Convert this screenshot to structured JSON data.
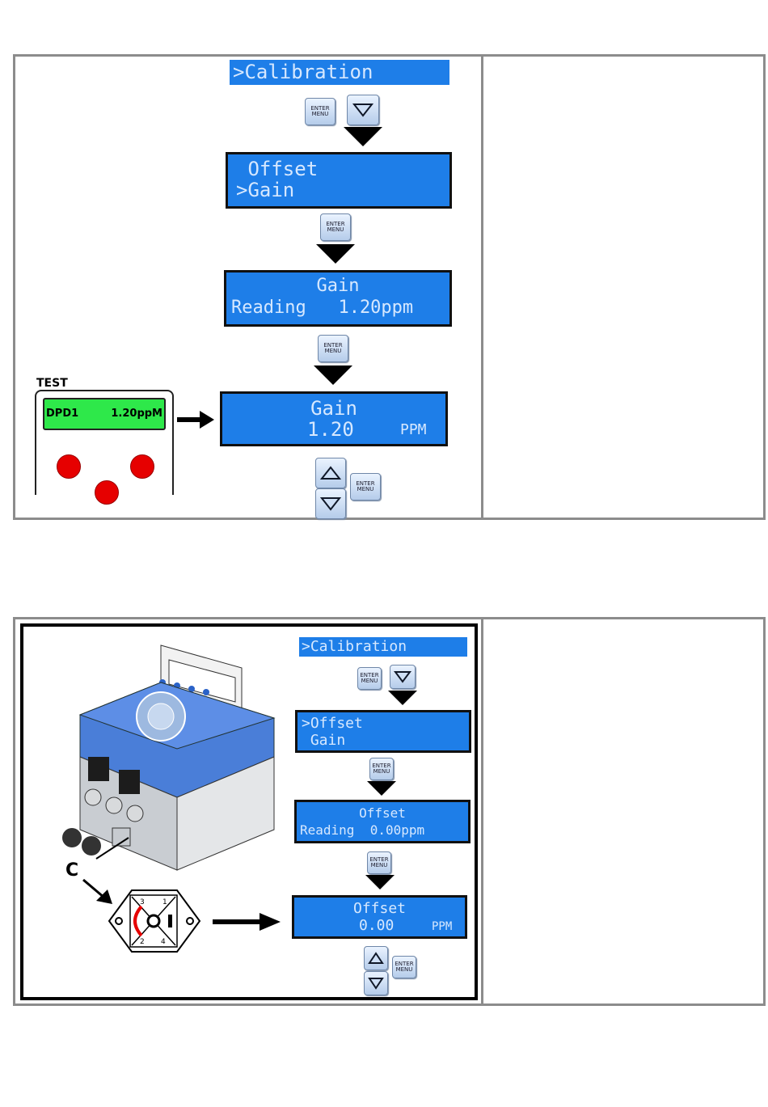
{
  "panel1": {
    "header": ">Calibration",
    "screen1": {
      "line1": " Offset",
      "line2": ">Gain"
    },
    "screen2": {
      "line1": "Gain",
      "line2": "Reading   1.20ppm"
    },
    "screen3": {
      "line1": "Gain",
      "line2": "1.20",
      "unit": "PPM"
    },
    "test_label": "TEST",
    "meter": {
      "name": "DPD1",
      "value": "1.20ppM"
    },
    "colors": {
      "lcd": "#1e7ee8",
      "meter_green": "#2ee84a",
      "dot_red": "#e60000"
    }
  },
  "panel2": {
    "header": ">Calibration",
    "screen1": {
      "line1": ">Offset",
      "line2": " Gain"
    },
    "screen2": {
      "line1": "Offset",
      "line2": "Reading  0.00ppm"
    },
    "screen3": {
      "line1": "Offset",
      "line2": "0.00",
      "unit": "PPM"
    },
    "callout": "C",
    "pins": [
      "3",
      "1",
      "2",
      "4"
    ]
  },
  "buttons": {
    "enter_line1": "ENTER",
    "enter_line2": "MENU"
  }
}
